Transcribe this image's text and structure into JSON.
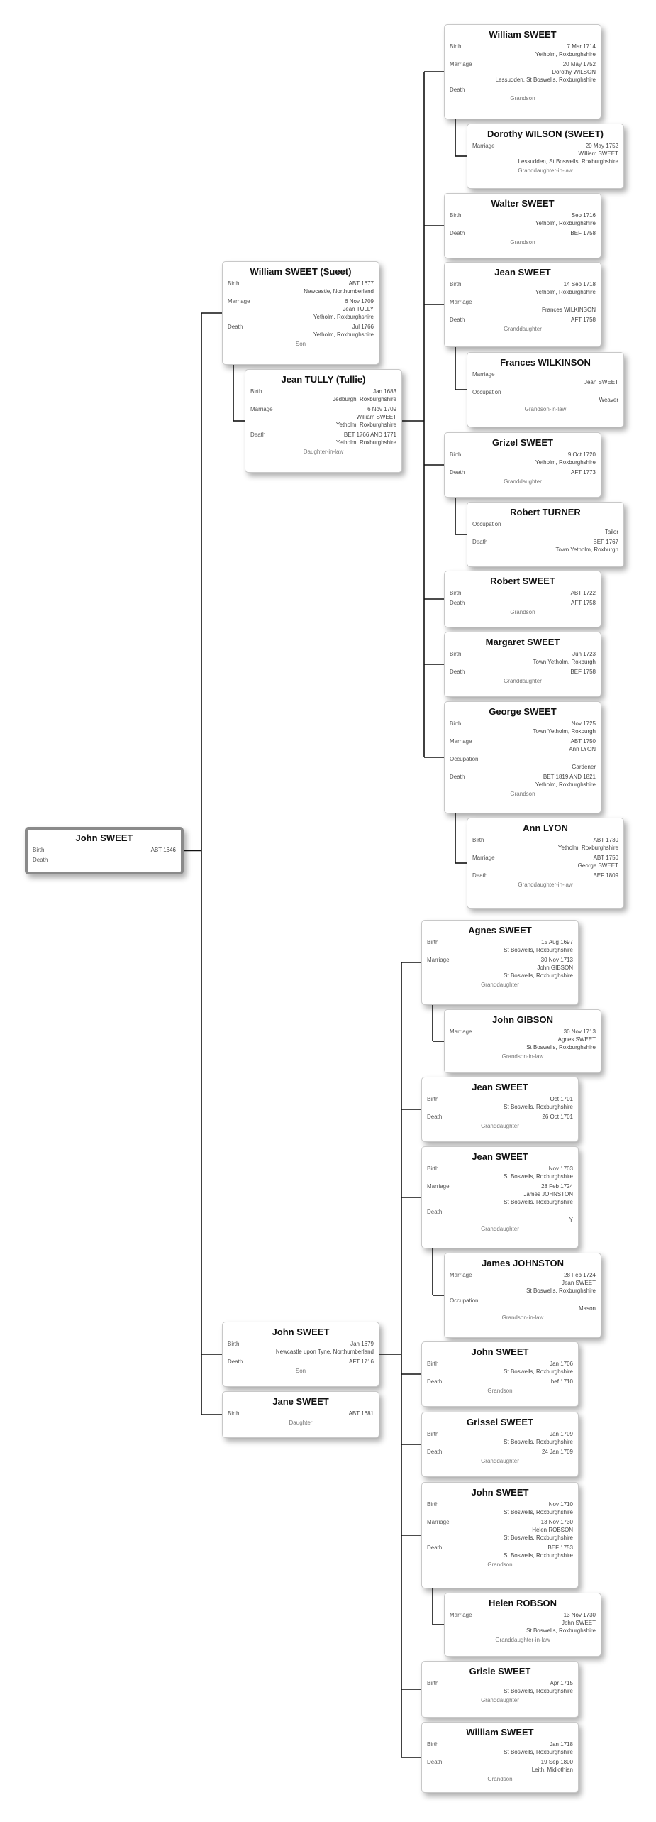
{
  "people": [
    {
      "id": "john-sweet-root",
      "name": "John SWEET",
      "root": true,
      "events": [
        {
          "label": "Birth",
          "values": [
            "ABT 1646"
          ]
        },
        {
          "label": "Death",
          "values": []
        }
      ],
      "relation": ""
    },
    {
      "id": "william-sweet-sueet",
      "name": "William SWEET (Sueet)",
      "events": [
        {
          "label": "Birth",
          "values": [
            "ABT 1677",
            "Newcastle, Northumberland"
          ]
        },
        {
          "label": "Marriage",
          "values": [
            "6 Nov 1709",
            "Jean TULLY",
            "Yetholm, Roxburghshire"
          ]
        },
        {
          "label": "Death",
          "values": [
            "Jul 1766",
            "Yetholm, Roxburghshire"
          ]
        }
      ],
      "relation": "Son"
    },
    {
      "id": "jean-tully",
      "name": "Jean TULLY (Tullie)",
      "events": [
        {
          "label": "Birth",
          "values": [
            "Jan 1683",
            "Jedburgh, Roxburghshire"
          ]
        },
        {
          "label": "Marriage",
          "values": [
            "6 Nov 1709",
            "William SWEET",
            "Yetholm, Roxburghshire"
          ]
        },
        {
          "label": "Death",
          "values": [
            "BET 1766 AND 1771",
            "Yetholm, Roxburghshire"
          ]
        }
      ],
      "relation": "Daughter-in-law"
    },
    {
      "id": "william-sweet-1714",
      "name": "William SWEET",
      "events": [
        {
          "label": "Birth",
          "values": [
            "7 Mar 1714",
            "Yetholm, Roxburghshire"
          ]
        },
        {
          "label": "Marriage",
          "values": [
            "20 May 1752",
            "Dorothy WILSON",
            "Lessudden, St Boswells, Roxburghshire"
          ]
        },
        {
          "label": "Death",
          "values": []
        }
      ],
      "relation": "Grandson"
    },
    {
      "id": "dorothy-wilson",
      "name": "Dorothy WILSON (SWEET)",
      "events": [
        {
          "label": "Marriage",
          "values": [
            "20 May 1752",
            "William SWEET",
            "Lessudden, St Boswells, Roxburghshire"
          ]
        }
      ],
      "relation": "Granddaughter-in-law"
    },
    {
      "id": "walter-sweet",
      "name": "Walter SWEET",
      "events": [
        {
          "label": "Birth",
          "values": [
            "Sep 1716",
            "Yetholm, Roxburghshire"
          ]
        },
        {
          "label": "Death",
          "values": [
            "BEF 1758"
          ]
        }
      ],
      "relation": "Grandson"
    },
    {
      "id": "jean-sweet-1718",
      "name": "Jean SWEET",
      "events": [
        {
          "label": "Birth",
          "values": [
            "14 Sep 1718",
            "Yetholm, Roxburghshire"
          ]
        },
        {
          "label": "Marriage",
          "values": [
            "",
            "Frances WILKINSON"
          ]
        },
        {
          "label": "Death",
          "values": [
            "AFT 1758"
          ]
        }
      ],
      "relation": "Granddaughter"
    },
    {
      "id": "frances-wilkinson",
      "name": "Frances WILKINSON",
      "events": [
        {
          "label": "Marriage",
          "values": [
            "",
            "Jean SWEET"
          ]
        },
        {
          "label": "Occupation",
          "values": [
            "",
            "Weaver"
          ]
        }
      ],
      "relation": "Grandson-in-law"
    },
    {
      "id": "grizel-sweet",
      "name": "Grizel SWEET",
      "events": [
        {
          "label": "Birth",
          "values": [
            "9 Oct 1720",
            "Yetholm, Roxburghshire"
          ]
        },
        {
          "label": "Death",
          "values": [
            "AFT 1773"
          ]
        }
      ],
      "relation": "Granddaughter"
    },
    {
      "id": "robert-turner",
      "name": "Robert TURNER",
      "events": [
        {
          "label": "Occupation",
          "values": [
            "",
            "Tailor"
          ]
        },
        {
          "label": "Death",
          "values": [
            "BEF 1767",
            "Town Yetholm, Roxburgh"
          ]
        }
      ],
      "relation": ""
    },
    {
      "id": "robert-sweet",
      "name": "Robert SWEET",
      "events": [
        {
          "label": "Birth",
          "values": [
            "ABT 1722"
          ]
        },
        {
          "label": "Death",
          "values": [
            "AFT 1758"
          ]
        }
      ],
      "relation": "Grandson"
    },
    {
      "id": "margaret-sweet",
      "name": "Margaret SWEET",
      "events": [
        {
          "label": "Birth",
          "values": [
            "Jun 1723",
            "Town Yetholm, Roxburgh"
          ]
        },
        {
          "label": "Death",
          "values": [
            "BEF 1758"
          ]
        }
      ],
      "relation": "Granddaughter"
    },
    {
      "id": "george-sweet",
      "name": "George SWEET",
      "events": [
        {
          "label": "Birth",
          "values": [
            "Nov 1725",
            "Town Yetholm, Roxburgh"
          ]
        },
        {
          "label": "Marriage",
          "values": [
            "ABT 1750",
            "Ann LYON"
          ]
        },
        {
          "label": "Occupation",
          "values": [
            "",
            "Gardener"
          ]
        },
        {
          "label": "Death",
          "values": [
            "BET 1819 AND 1821",
            "Yetholm, Roxburghshire"
          ]
        }
      ],
      "relation": "Grandson"
    },
    {
      "id": "ann-lyon",
      "name": "Ann LYON",
      "events": [
        {
          "label": "Birth",
          "values": [
            "ABT 1730",
            "Yetholm, Roxburghshire"
          ]
        },
        {
          "label": "Marriage",
          "values": [
            "ABT 1750",
            "George SWEET"
          ]
        },
        {
          "label": "Death",
          "values": [
            "BEF 1809"
          ]
        }
      ],
      "relation": "Granddaughter-in-law"
    },
    {
      "id": "agnes-sweet",
      "name": "Agnes SWEET",
      "events": [
        {
          "label": "Birth",
          "values": [
            "15 Aug 1697",
            "St Boswells, Roxburghshire"
          ]
        },
        {
          "label": "Marriage",
          "values": [
            "30 Nov 1713",
            "John GIBSON",
            "St Boswells, Roxburghshire"
          ]
        }
      ],
      "relation": "Granddaughter"
    },
    {
      "id": "john-gibson",
      "name": "John GIBSON",
      "events": [
        {
          "label": "Marriage",
          "values": [
            "30 Nov 1713",
            "Agnes SWEET",
            "St Boswells, Roxburghshire"
          ]
        }
      ],
      "relation": "Grandson-in-law"
    },
    {
      "id": "jean-sweet-1701",
      "name": "Jean SWEET",
      "events": [
        {
          "label": "Birth",
          "values": [
            "Oct 1701",
            "St Boswells, Roxburghshire"
          ]
        },
        {
          "label": "Death",
          "values": [
            "26 Oct 1701"
          ]
        }
      ],
      "relation": "Granddaughter"
    },
    {
      "id": "jean-sweet-1703",
      "name": "Jean SWEET",
      "events": [
        {
          "label": "Birth",
          "values": [
            "Nov 1703",
            "St Boswells, Roxburghshire"
          ]
        },
        {
          "label": "Marriage",
          "values": [
            "28 Feb 1724",
            "James JOHNSTON",
            "St Boswells, Roxburghshire"
          ]
        },
        {
          "label": "Death",
          "values": [
            "",
            "Y"
          ]
        }
      ],
      "relation": "Granddaughter"
    },
    {
      "id": "james-johnston",
      "name": "James JOHNSTON",
      "events": [
        {
          "label": "Marriage",
          "values": [
            "28 Feb 1724",
            "Jean SWEET",
            "St Boswells, Roxburghshire"
          ]
        },
        {
          "label": "Occupation",
          "values": [
            "",
            "Mason"
          ]
        }
      ],
      "relation": "Grandson-in-law"
    },
    {
      "id": "john-sweet-1679",
      "name": "John SWEET",
      "events": [
        {
          "label": "Birth",
          "values": [
            "Jan 1679",
            "Newcastle upon Tyne, Northumberland"
          ]
        },
        {
          "label": "Death",
          "values": [
            "AFT 1716"
          ]
        }
      ],
      "relation": "Son"
    },
    {
      "id": "jane-sweet",
      "name": "Jane SWEET",
      "events": [
        {
          "label": "Birth",
          "values": [
            "ABT 1681"
          ]
        }
      ],
      "relation": "Daughter"
    },
    {
      "id": "john-sweet-1706",
      "name": "John SWEET",
      "events": [
        {
          "label": "Birth",
          "values": [
            "Jan 1706",
            "St Boswells, Roxburghshire"
          ]
        },
        {
          "label": "Death",
          "values": [
            "bef 1710"
          ]
        }
      ],
      "relation": "Grandson"
    },
    {
      "id": "grissel-sweet",
      "name": "Grissel SWEET",
      "events": [
        {
          "label": "Birth",
          "values": [
            "Jan 1709",
            "St Boswells, Roxburghshire"
          ]
        },
        {
          "label": "Death",
          "values": [
            "24 Jan 1709"
          ]
        }
      ],
      "relation": "Granddaughter"
    },
    {
      "id": "john-sweet-1710",
      "name": "John SWEET",
      "events": [
        {
          "label": "Birth",
          "values": [
            "Nov 1710",
            "St Boswells, Roxburghshire"
          ]
        },
        {
          "label": "Marriage",
          "values": [
            "13 Nov 1730",
            "Helen ROBSON",
            "St Boswells, Roxburghshire"
          ]
        },
        {
          "label": "Death",
          "values": [
            "BEF 1753",
            "St Boswells, Roxburghshire"
          ]
        }
      ],
      "relation": "Grandson"
    },
    {
      "id": "helen-robson",
      "name": "Helen ROBSON",
      "events": [
        {
          "label": "Marriage",
          "values": [
            "13 Nov 1730",
            "John SWEET",
            "St Boswells, Roxburghshire"
          ]
        }
      ],
      "relation": "Granddaughter-in-law"
    },
    {
      "id": "grisle-sweet",
      "name": "Grisle SWEET",
      "events": [
        {
          "label": "Birth",
          "values": [
            "Apr 1715",
            "St Boswells, Roxburghshire"
          ]
        }
      ],
      "relation": "Granddaughter"
    },
    {
      "id": "william-sweet-1718",
      "name": "William SWEET",
      "events": [
        {
          "label": "Birth",
          "values": [
            "Jan 1718",
            "St Boswells, Roxburghshire"
          ]
        },
        {
          "label": "Death",
          "values": [
            "19 Sep 1800",
            "Leith, Midlothian"
          ]
        }
      ],
      "relation": "Grandson"
    }
  ]
}
